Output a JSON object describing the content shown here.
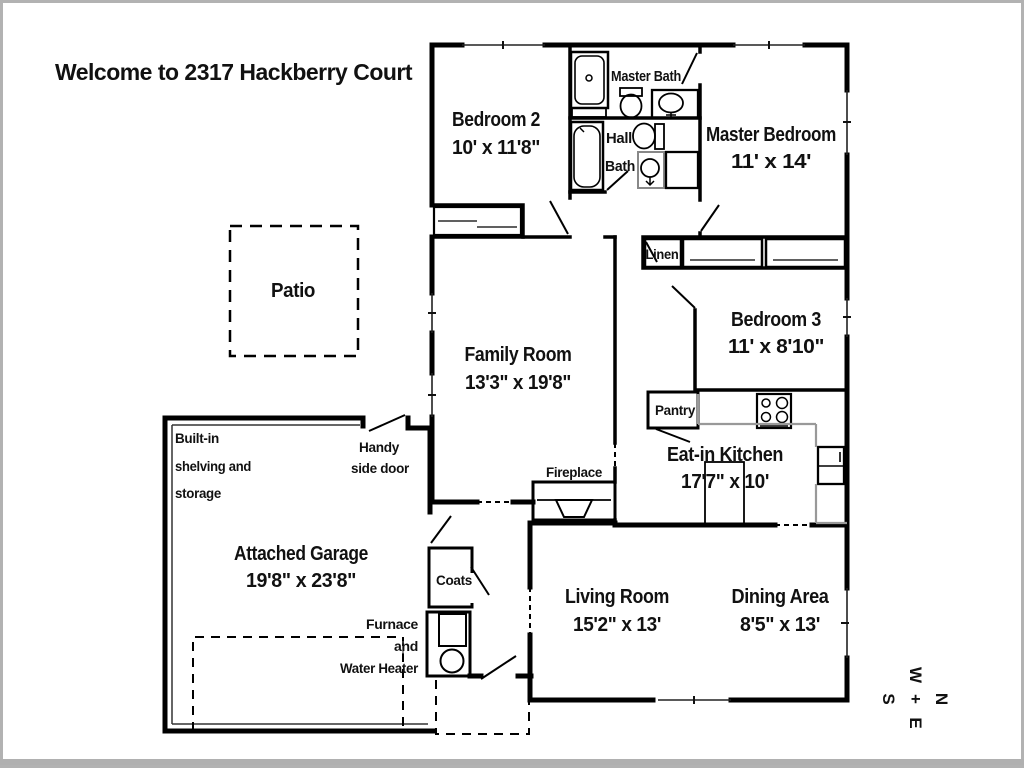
{
  "title": "Welcome to 2317 Hackberry Court",
  "rooms": {
    "bedroom2": {
      "name": "Bedroom 2",
      "dims": "10' x 11'8\""
    },
    "master_bedroom": {
      "name": "Master Bedroom",
      "dims": "11' x 14'"
    },
    "master_bath": {
      "name": "Master Bath"
    },
    "hall_bath": {
      "line1": "Hall",
      "line2": "Bath"
    },
    "family_room": {
      "name": "Family Room",
      "dims": "13'3\" x 19'8\""
    },
    "bedroom3": {
      "name": "Bedroom 3",
      "dims": "11' x 8'10\""
    },
    "kitchen": {
      "name": "Eat-in Kitchen",
      "dims": "17'7\" x 10'"
    },
    "living_room": {
      "name": "Living Room",
      "dims": "15'2\" x 13'"
    },
    "dining_area": {
      "name": "Dining Area",
      "dims": "8'5\" x 13'"
    },
    "garage": {
      "name": "Attached Garage",
      "dims": "19'8\" x 23'8\""
    },
    "patio": {
      "name": "Patio"
    }
  },
  "closets": {
    "linen": "Linen",
    "pantry": "Pantry",
    "coats": "Coats"
  },
  "annotations": {
    "fireplace": "Fireplace",
    "built_in": {
      "line1": "Built-in",
      "line2": "shelving and",
      "line3": "storage"
    },
    "side_door": {
      "line1": "Handy",
      "line2": "side door"
    },
    "furnace": {
      "line1": "Furnace",
      "line2": "and",
      "line3": "Water Heater"
    }
  },
  "compass": {
    "north": "N",
    "south": "S",
    "east": "E",
    "west": "W",
    "center": "+"
  },
  "colors": {
    "wall": "#000000",
    "counter": "#999999",
    "frame": "#b2b2b2",
    "background": "#ffffff"
  }
}
